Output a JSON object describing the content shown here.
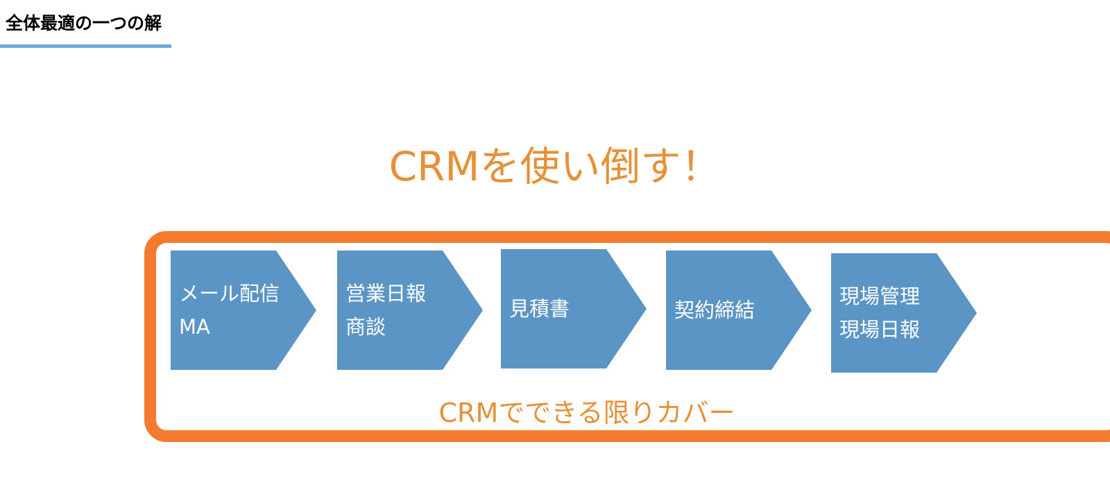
{
  "header": {
    "title": "全体最適の一つの解"
  },
  "headline": "CRMを使い倒す！",
  "process_steps": [
    {
      "line1": "メール配信",
      "line2": "MA"
    },
    {
      "line1": "営業日報",
      "line2": "商談"
    },
    {
      "line1": "見積書",
      "line2": ""
    },
    {
      "line1": "契約締結",
      "line2": ""
    },
    {
      "line1": "現場管理",
      "line2": "現場日報"
    }
  ],
  "coverage_label": "CRMでできる限りカバー",
  "colors": {
    "accent_orange": "#e69138",
    "frame_orange": "#f37a2f",
    "chevron_blue": "#5b95c6",
    "underline_blue": "#6fa8dc"
  }
}
